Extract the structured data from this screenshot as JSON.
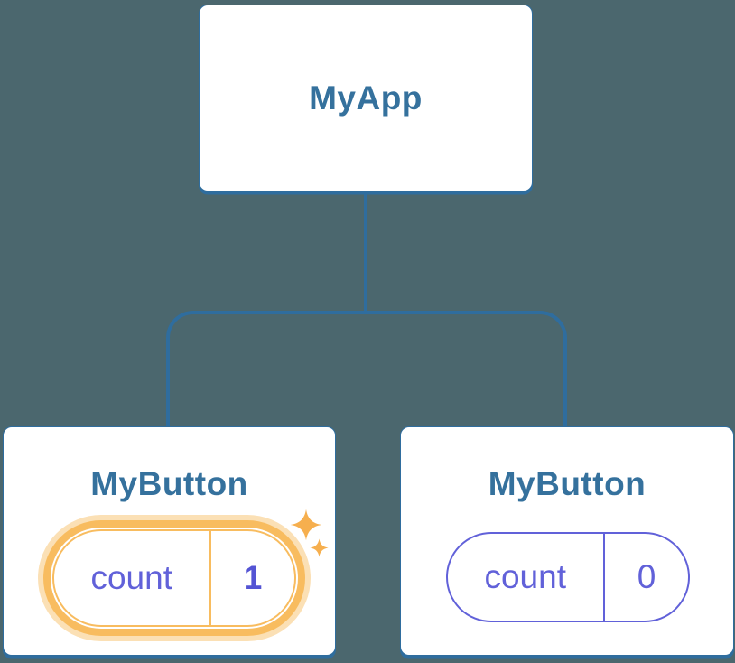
{
  "palette": {
    "background": "#4B676E",
    "card_background": "#FFFFFF",
    "connector_blue": "#2F6D9E",
    "node_text_blue": "#35719D",
    "state_purple": "#6161D9",
    "state_purple_bold": "#5454D4",
    "highlight_orange": "#F8BC5F",
    "highlight_orange_soft": "#FBE0B5",
    "sparkle_orange": "#F6AF4E"
  },
  "tree": {
    "root": {
      "label": "MyApp"
    },
    "children": [
      {
        "label": "MyButton",
        "state": {
          "key": "count",
          "value": "1"
        },
        "highlighted": true
      },
      {
        "label": "MyButton",
        "state": {
          "key": "count",
          "value": "0"
        },
        "highlighted": false
      }
    ]
  }
}
